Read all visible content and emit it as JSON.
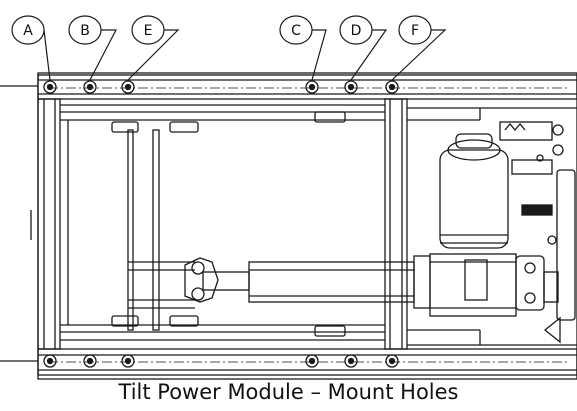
{
  "caption": "Tilt Power Module – Mount Holes",
  "balloons": [
    {
      "label": "A"
    },
    {
      "label": "B"
    },
    {
      "label": "E"
    },
    {
      "label": "C"
    },
    {
      "label": "D"
    },
    {
      "label": "F"
    }
  ],
  "colors": {
    "line": "#1a1a1a",
    "background": "#ffffff"
  }
}
